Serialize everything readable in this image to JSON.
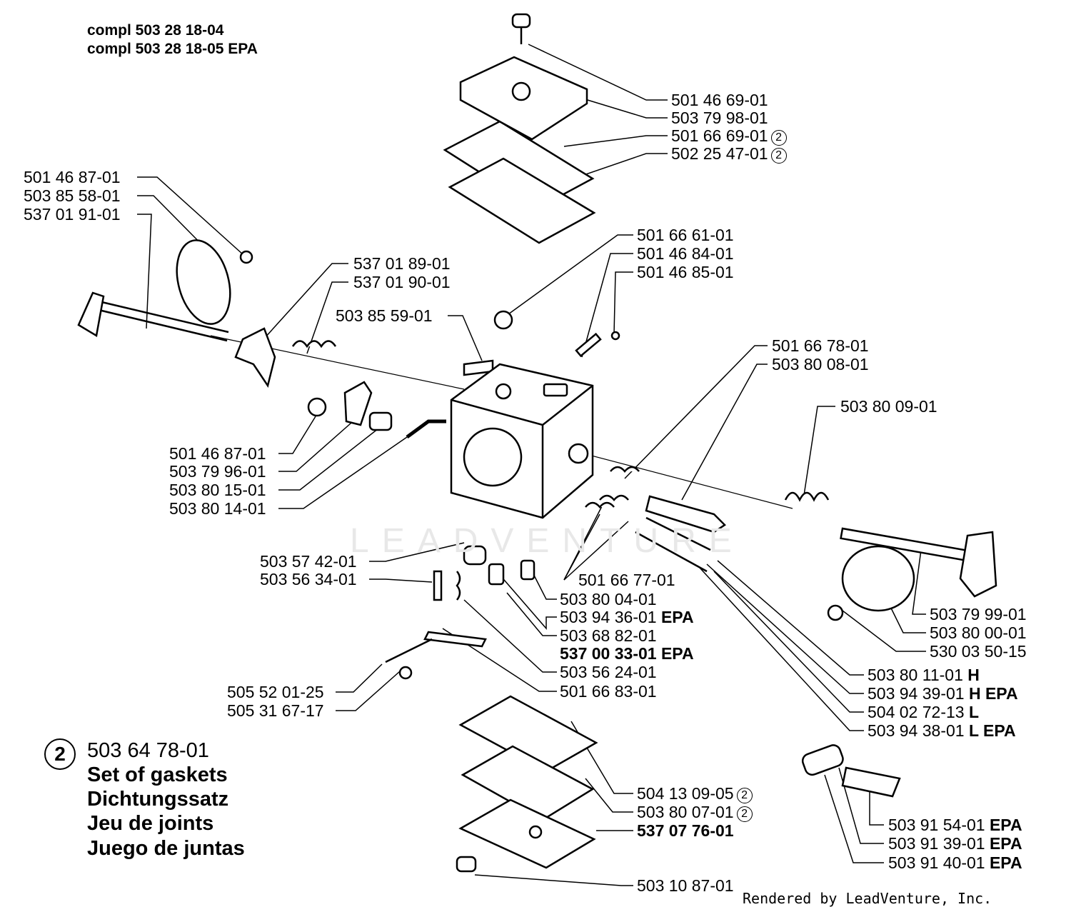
{
  "header": {
    "line1": "compl 503 28 18-04",
    "line2": "compl 503 28 18-05 EPA"
  },
  "parts": {
    "p01": {
      "num": "501 46 69-01"
    },
    "p02": {
      "num": "503 79 98-01"
    },
    "p03": {
      "num": "501 66 69-01",
      "mark": "2"
    },
    "p04": {
      "num": "502 25 47-01",
      "mark": "2"
    },
    "p05": {
      "num": "501 46 87-01"
    },
    "p06": {
      "num": "503 85 58-01"
    },
    "p07": {
      "num": "537 01 91-01"
    },
    "p08": {
      "num": "501 66 61-01"
    },
    "p09": {
      "num": "501 46 84-01"
    },
    "p10": {
      "num": "501 46 85-01"
    },
    "p11": {
      "num": "537 01 89-01"
    },
    "p12": {
      "num": "537 01 90-01"
    },
    "p13": {
      "num": "503 85 59-01"
    },
    "p14": {
      "num": "501 66 78-01"
    },
    "p15": {
      "num": "503 80 08-01"
    },
    "p16": {
      "num": "503 80 09-01"
    },
    "p17": {
      "num": "501 46 87-01"
    },
    "p18": {
      "num": "503 79 96-01"
    },
    "p19": {
      "num": "503 80 15-01"
    },
    "p20": {
      "num": "503 80 14-01"
    },
    "p21": {
      "num": "503 57 42-01"
    },
    "p22": {
      "num": "503 56 34-01"
    },
    "p23": {
      "num": "501 66 77-01"
    },
    "p24": {
      "num": "503 80 04-01"
    },
    "p25": {
      "num": "503 94 36-01",
      "suffix": "EPA"
    },
    "p26": {
      "num": "503 68 82-01"
    },
    "p27": {
      "num": "537 00 33-01",
      "suffix": "EPA"
    },
    "p28": {
      "num": "503 56 24-01"
    },
    "p29": {
      "num": "501 66 83-01"
    },
    "p30": {
      "num": "505 52 01-25"
    },
    "p31": {
      "num": "505 31 67-17"
    },
    "p32": {
      "num": "503 79 99-01"
    },
    "p33": {
      "num": "503 80 00-01"
    },
    "p34": {
      "num": "530 03 50-15"
    },
    "p35": {
      "num": "503 80 11-01",
      "suffix": "H"
    },
    "p36": {
      "num": "503 94 39-01",
      "suffix": "H EPA"
    },
    "p37": {
      "num": "504 02 72-13",
      "suffix": "L"
    },
    "p38": {
      "num": "503 94 38-01",
      "suffix": "L EPA"
    },
    "p39": {
      "num": "504 13 09-05",
      "mark": "2"
    },
    "p40": {
      "num": "503 80 07-01",
      "mark": "2"
    },
    "p41": {
      "num": "537 07 76-01"
    },
    "p42": {
      "num": "503 91 54-01",
      "suffix": "EPA"
    },
    "p43": {
      "num": "503 91 39-01",
      "suffix": "EPA"
    },
    "p44": {
      "num": "503 91 40-01",
      "suffix": "EPA"
    },
    "p45": {
      "num": "503 10 87-01"
    }
  },
  "legend": {
    "mark": "2",
    "num": "503 64 78-01",
    "en": "Set of gaskets",
    "de": "Dichtungssatz",
    "fr": "Jeu de joints",
    "es": "Juego de juntas"
  },
  "credit": "Rendered by LeadVenture, Inc.",
  "watermark": "LEADVENTURE"
}
